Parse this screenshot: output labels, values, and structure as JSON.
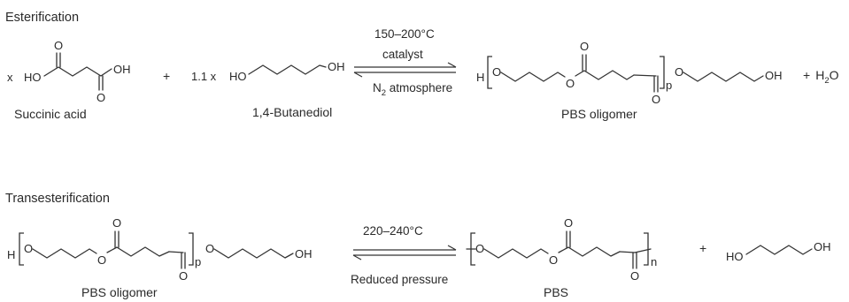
{
  "reaction1": {
    "title": "Esterification",
    "coeff_acid": "x",
    "coeff_diol": "1.1 x",
    "plus": "+",
    "acid_name": "Succinic acid",
    "diol_name": "1,4-Butanediol",
    "cond_temp": "150–200°C",
    "cond_catalyst": "catalyst",
    "cond_atm_main": "N",
    "cond_atm_sub": "2",
    "cond_atm_rest": " atmosphere",
    "product_name": "PBS oligomer",
    "byproduct_main": "H",
    "byproduct_sub": "2",
    "byproduct_end": "O"
  },
  "reaction2": {
    "title": "Transesterification",
    "reactant_name": "PBS oligomer",
    "cond_temp": "220–240°C",
    "cond_pressure": "Reduced pressure",
    "product_name": "PBS",
    "plus": "+"
  },
  "atoms": {
    "O": "O",
    "H": "H",
    "HO": "HO",
    "OH": "OH",
    "p": "p",
    "n": "n"
  }
}
